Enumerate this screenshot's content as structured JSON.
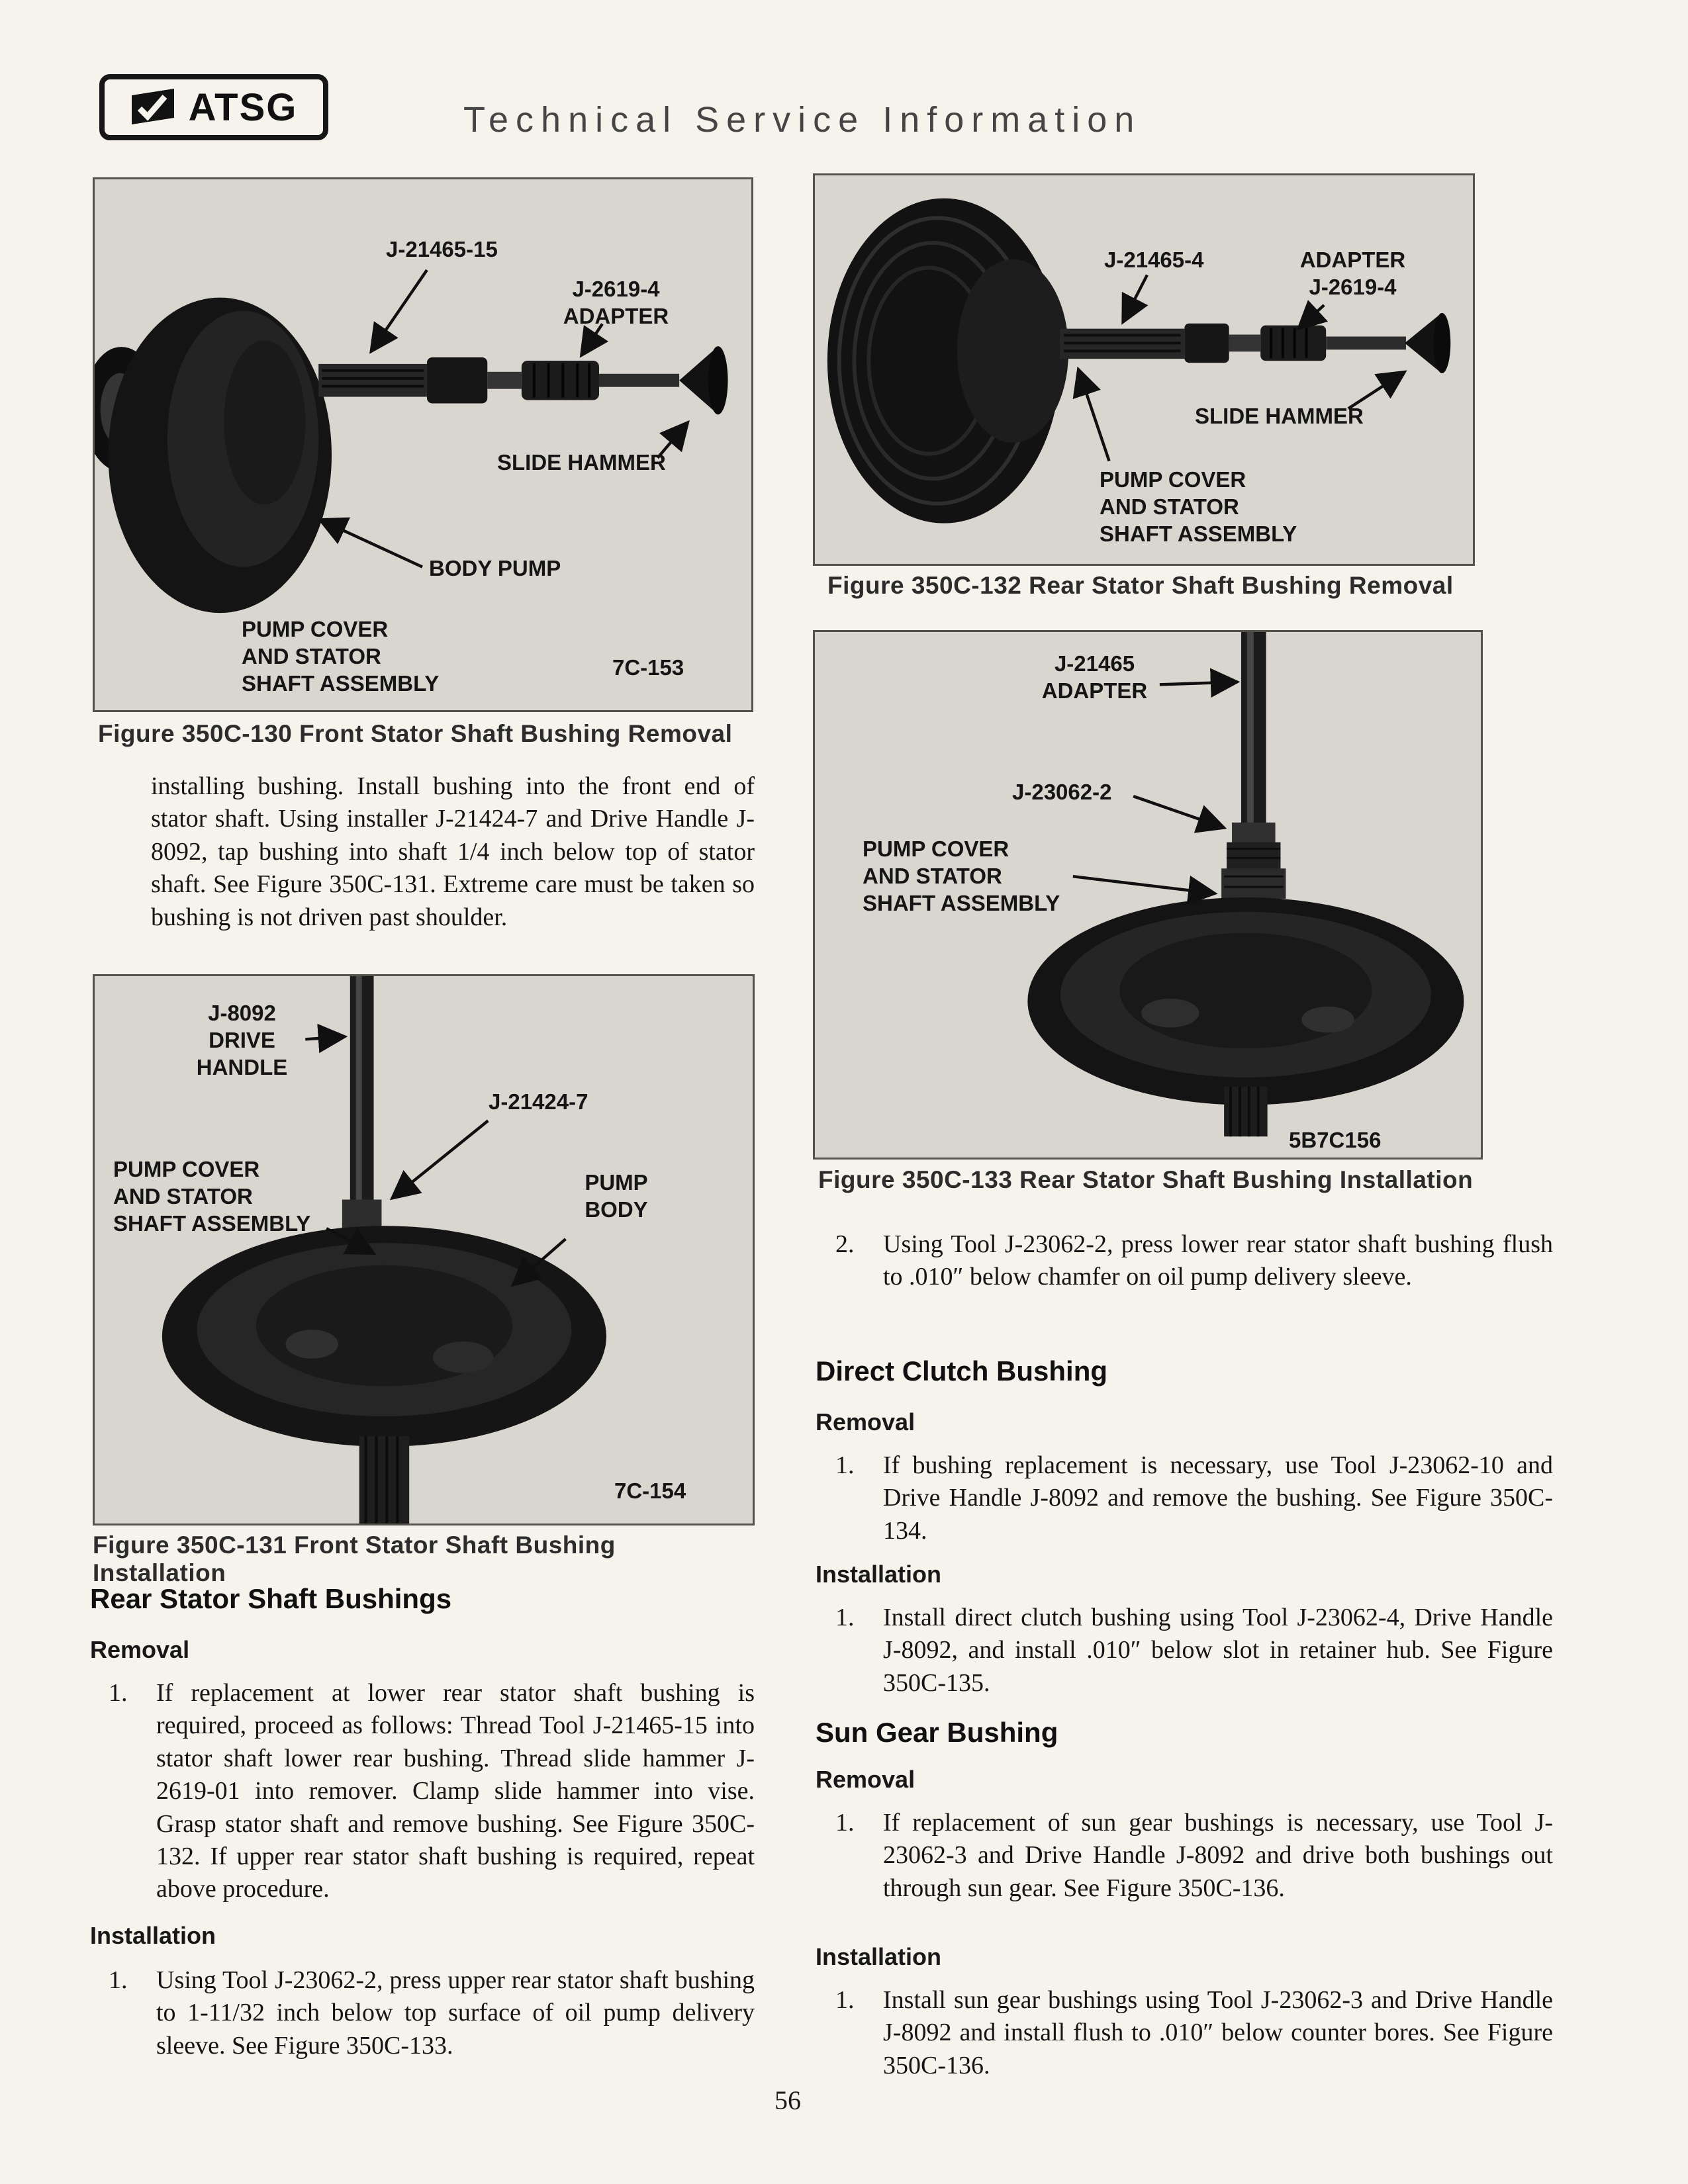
{
  "header": {
    "logo_text": "ATSG",
    "title": "Technical Service Information"
  },
  "figures": {
    "f130": {
      "caption": "Figure 350C-130 Front Stator Shaft Bushing Removal",
      "labels": {
        "tool": "J-21465-15",
        "adapter": "J-2619-4\nADAPTER",
        "slide_hammer": "SLIDE HAMMER",
        "body_pump": "BODY PUMP",
        "assembly": "PUMP COVER\nAND STATOR\nSHAFT ASSEMBLY",
        "photo_id": "7C-153"
      }
    },
    "f131": {
      "caption": "Figure 350C-131 Front Stator Shaft Bushing Installation",
      "labels": {
        "drive_handle": "J-8092\nDRIVE\nHANDLE",
        "tool": "J-21424-7",
        "assembly": "PUMP COVER\nAND STATOR\nSHAFT ASSEMBLY",
        "pump_body": "PUMP\nBODY",
        "photo_id": "7C-154"
      }
    },
    "f132": {
      "caption": "Figure 350C-132 Rear Stator Shaft Bushing Removal",
      "labels": {
        "tool": "J-21465-4",
        "adapter": "ADAPTER\nJ-2619-4",
        "slide_hammer": "SLIDE HAMMER",
        "assembly": "PUMP COVER\nAND STATOR\nSHAFT ASSEMBLY"
      }
    },
    "f133": {
      "caption": "Figure 350C-133 Rear Stator Shaft Bushing Installation",
      "labels": {
        "adapter": "J-21465\nADAPTER",
        "tool": "J-23062-2",
        "assembly": "PUMP COVER\nAND STATOR\nSHAFT ASSEMBLY",
        "photo_id": "5B7C156"
      }
    }
  },
  "left_column": {
    "intro_paragraph": "installing bushing. Install bushing into the front end of stator shaft. Using installer J-21424-7 and Drive Handle J-8092, tap bushing into shaft 1/4 inch below top of stator shaft. See Figure 350C-131. Extreme care must be taken so bushing is not driven past shoulder.",
    "rear_stator": {
      "heading": "Rear Stator Shaft Bushings",
      "removal_label": "Removal",
      "removal_item_num": "1.",
      "removal_item": "If replacement at lower rear stator shaft bushing is required, proceed as follows: Thread Tool J-21465-15 into stator shaft lower rear bushing. Thread slide hammer J-2619-01 into remover. Clamp slide hammer into vise. Grasp stator shaft and remove bushing. See Figure 350C-132. If upper rear stator shaft bushing is required, repeat above procedure.",
      "installation_label": "Installation",
      "installation_item_num": "1.",
      "installation_item": "Using Tool J-23062-2, press upper rear stator shaft bushing to 1-11/32 inch below top surface of oil pump delivery sleeve. See Figure 350C-133."
    }
  },
  "right_column": {
    "item2_num": "2.",
    "item2": "Using Tool J-23062-2, press lower rear stator shaft bushing flush to .010″ below chamfer on oil pump delivery sleeve.",
    "direct_clutch": {
      "heading": "Direct Clutch Bushing",
      "removal_label": "Removal",
      "removal_item_num": "1.",
      "removal_item": "If bushing replacement is necessary, use Tool J-23062-10 and Drive Handle J-8092 and remove the bushing. See Figure 350C-134.",
      "installation_label": "Installation",
      "installation_item_num": "1.",
      "installation_item": "Install direct clutch bushing using Tool J-23062-4, Drive Handle J-8092, and install .010″ below slot in retainer hub. See Figure 350C-135."
    },
    "sun_gear": {
      "heading": "Sun Gear Bushing",
      "removal_label": "Removal",
      "removal_item_num": "1.",
      "removal_item": "If replacement of sun gear bushings is necessary, use Tool J-23062-3 and Drive Handle J-8092 and drive both bushings out through sun gear. See Figure 350C-136.",
      "installation_label": "Installation",
      "installation_item_num": "1.",
      "installation_item": "Install sun gear bushings using Tool J-23062-3 and Drive Handle J-8092 and install flush to .010″ below counter bores. See Figure 350C-136."
    }
  },
  "page_number": "56"
}
